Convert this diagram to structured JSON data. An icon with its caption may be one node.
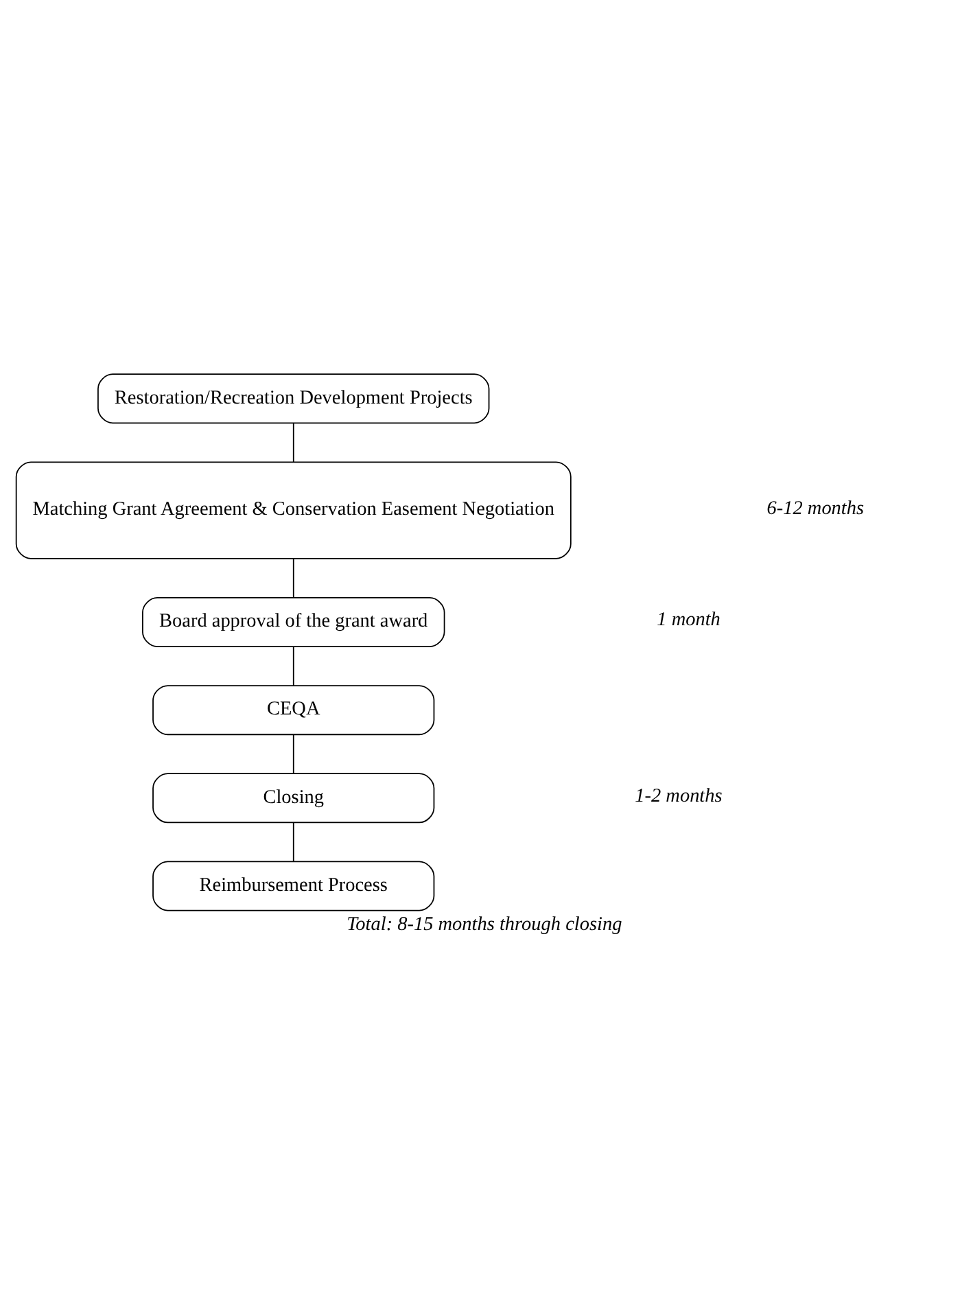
{
  "diagram": {
    "caption": "Total: 8-15 months through closing",
    "nodes": [
      {
        "text": [
          "Restoration/Recreation Development Projects"
        ]
      },
      {
        "text": [
          "Matching Grant Agreement & Conservation Easement Negotiation"
        ]
      },
      {
        "text": [
          "Board approval of the grant award"
        ]
      },
      {
        "text": [
          "CEQA"
        ]
      },
      {
        "text": [
          "Closing"
        ]
      },
      {
        "text": [
          "Reimbursement Process"
        ]
      }
    ],
    "edges": [
      {
        "from": 0,
        "to": 1,
        "arrow": "none"
      },
      {
        "from": 1,
        "to": 2,
        "arrow": "none"
      },
      {
        "from": 2,
        "to": 3,
        "arrow": "none"
      },
      {
        "from": 3,
        "to": 4,
        "arrow": "none"
      },
      {
        "from": 4,
        "to": 5,
        "arrow": "none"
      }
    ],
    "labels": [
      "6-12 months",
      "1 month",
      "1-2 months"
    ]
  }
}
